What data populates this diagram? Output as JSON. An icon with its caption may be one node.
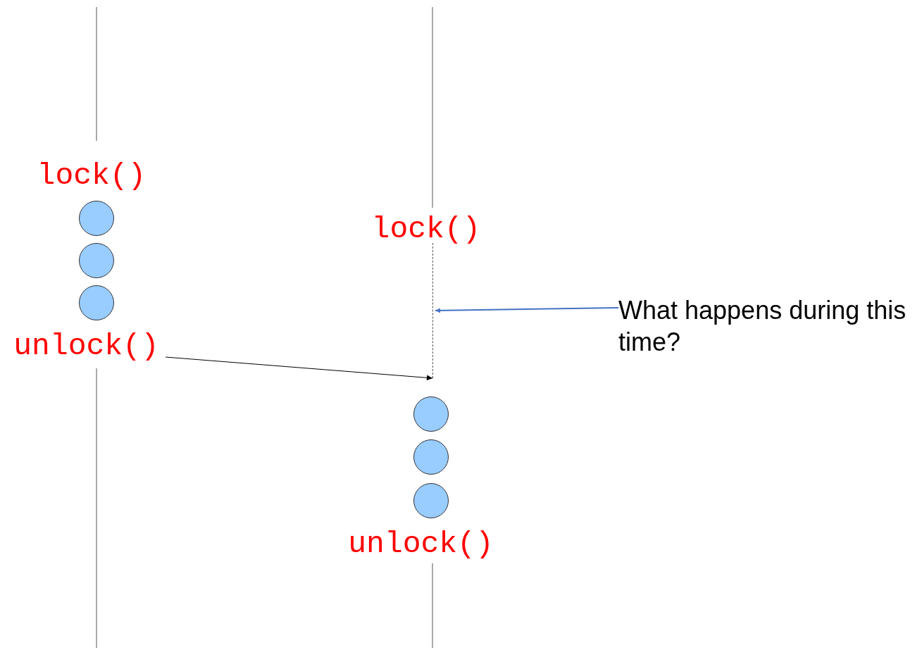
{
  "diagram": {
    "nodes": [
      {
        "text": [
          "lock()"
        ]
      },
      {
        "text": [],
        "shape": "circle"
      },
      {
        "text": [],
        "shape": "circle"
      },
      {
        "text": [],
        "shape": "circle"
      },
      {
        "text": [
          "unlock()"
        ]
      },
      {
        "text": [
          "lock()"
        ]
      },
      {
        "text": [],
        "shape": "line"
      },
      {
        "text": [],
        "shape": "circle"
      },
      {
        "text": [],
        "shape": "circle"
      },
      {
        "text": [],
        "shape": "circle"
      },
      {
        "text": [
          "unlock()"
        ]
      },
      {
        "text": [
          "What happens during this time?"
        ]
      }
    ],
    "edges": [
      {
        "from": 4,
        "to": 6,
        "arrow": "to"
      },
      {
        "from": 11,
        "to": 6,
        "arrow": "to",
        "color": "#4472c4"
      }
    ]
  }
}
